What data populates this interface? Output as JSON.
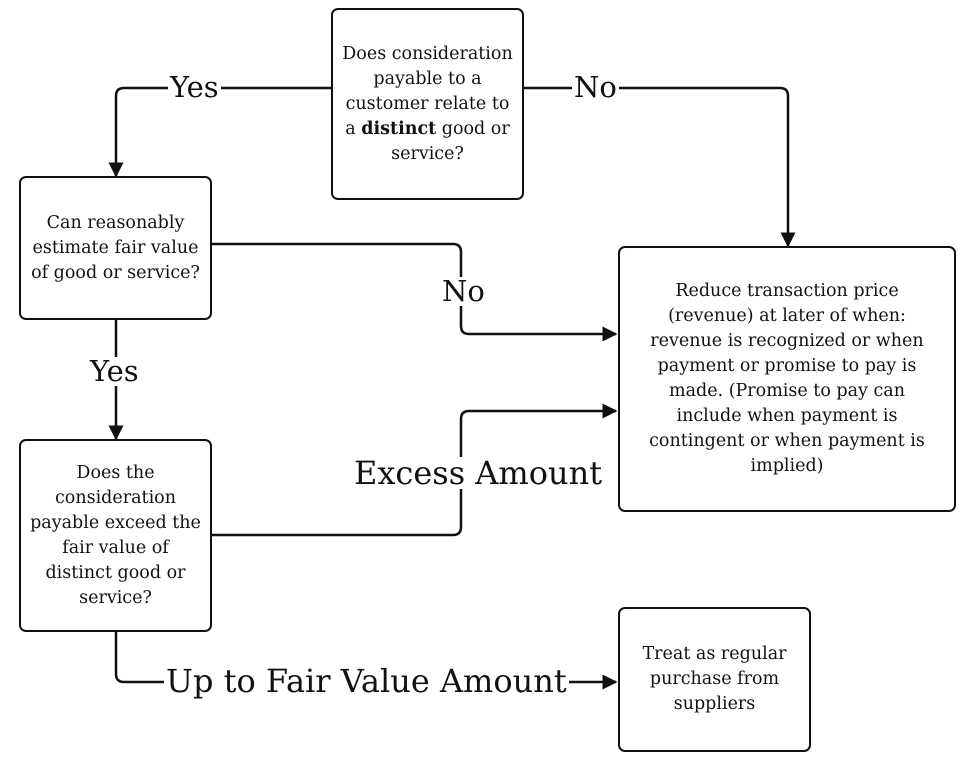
{
  "nodes": {
    "distinct_question": {
      "pre": "Does consideration payable to a customer relate to a ",
      "bold": "distinct",
      "post": " good or service?"
    },
    "fair_value_question": "Can reasonably estimate fair value of good or service?",
    "exceed_question": "Does the consideration payable exceed the fair value of distinct good or service?",
    "reduce_price": "Reduce transaction price (revenue) at later of when: revenue is recognized or when payment or promise to pay is made. (Promise to pay can include when payment is contingent or when payment is implied)",
    "regular_purchase": "Treat as regular purchase from suppliers"
  },
  "edges": {
    "yes_top": "Yes",
    "no_top": "No",
    "no_middle": "No",
    "yes_middle": "Yes",
    "excess": "Excess Amount",
    "up_to_fair": "Up to Fair Value Amount"
  },
  "colors": {
    "line": "#111111",
    "background": "#ffffff"
  }
}
